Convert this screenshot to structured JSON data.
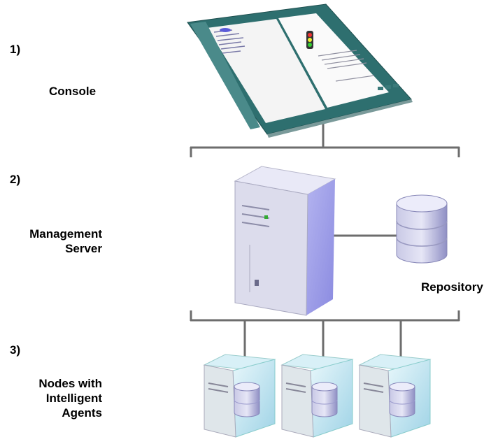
{
  "tiers": [
    {
      "number": "1)",
      "name_lines": [
        "Console"
      ]
    },
    {
      "number": "2)",
      "name_lines": [
        "Management",
        "Server"
      ]
    },
    {
      "number": "3)",
      "name_lines": [
        "Nodes with",
        "Intelligent",
        "Agents"
      ]
    }
  ],
  "repository_label": "Repository",
  "colors": {
    "line": "#6d6d6d",
    "console_frame": "#2e6f6f",
    "server_face": "#dcdcec",
    "server_side": "#9d9de6",
    "node_glass": "#bfe6f2",
    "db": "#aaaad2"
  }
}
